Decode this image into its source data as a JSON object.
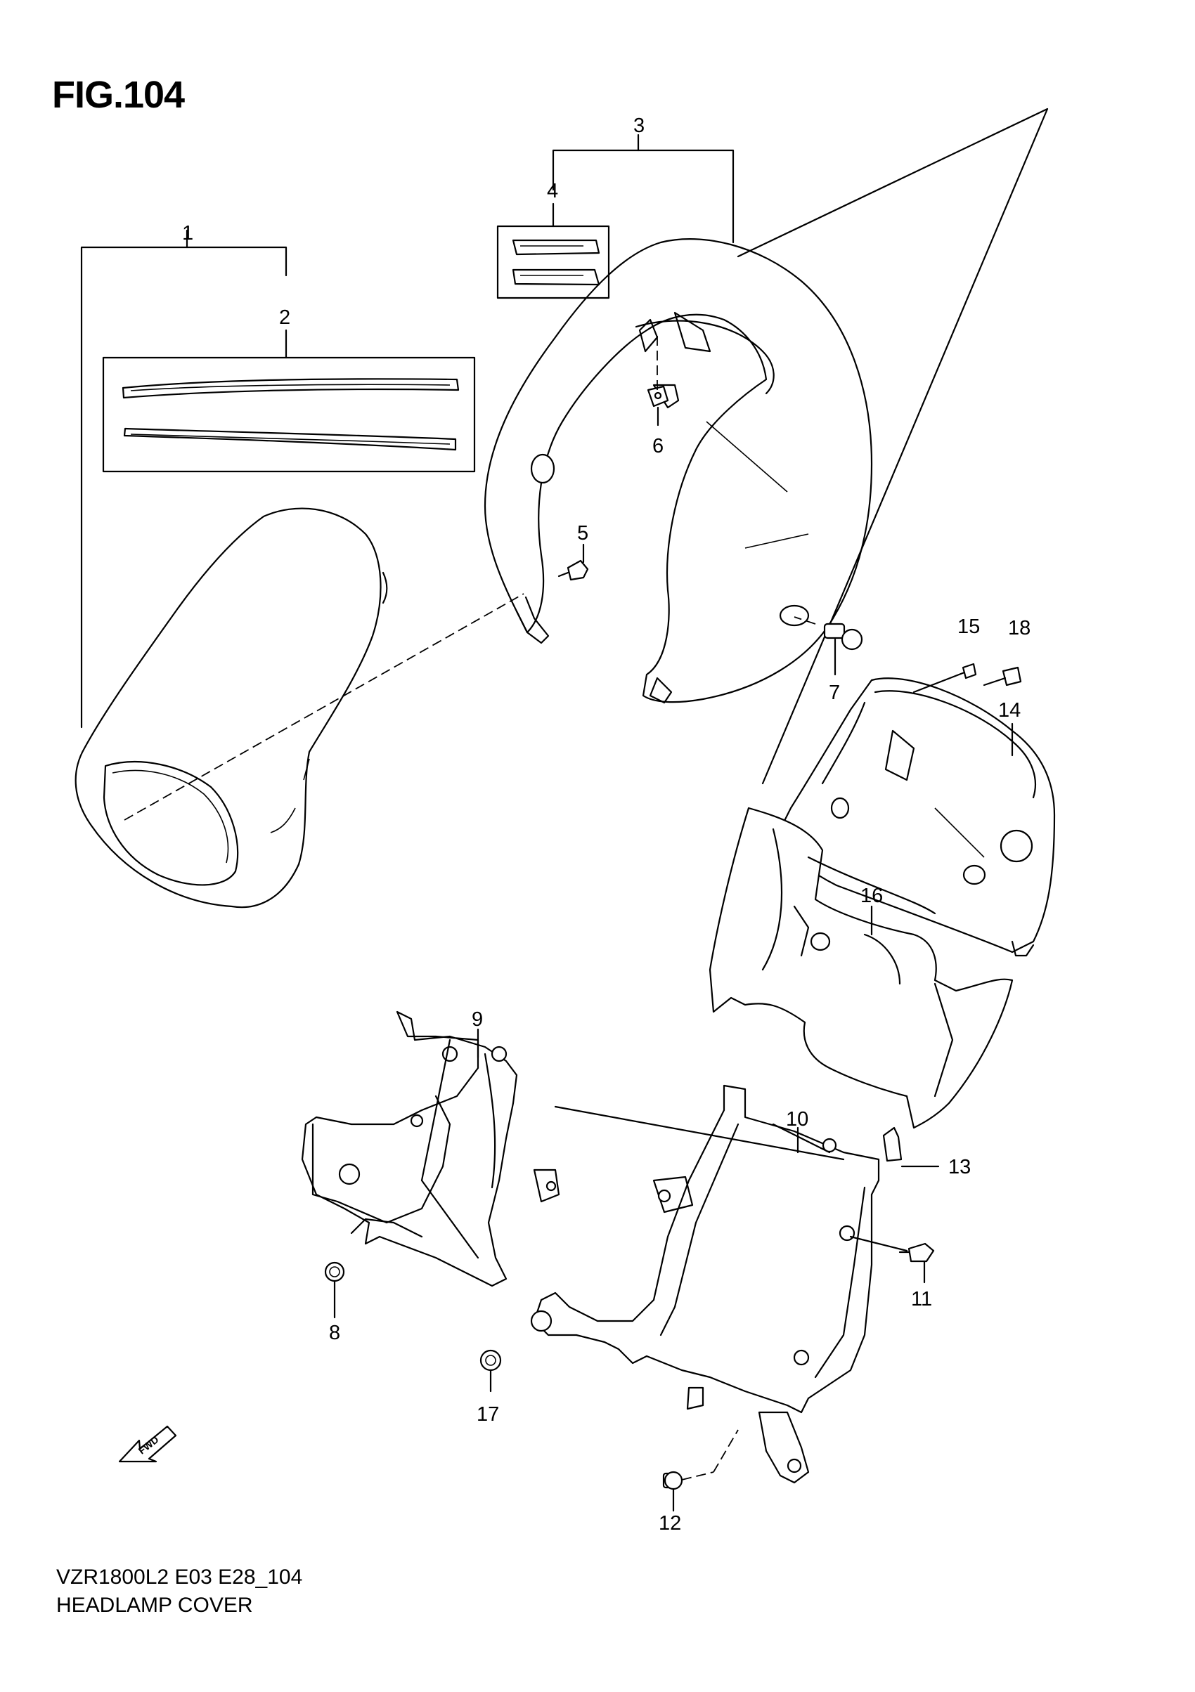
{
  "figure": {
    "title": "FIG.104",
    "model_code": "VZR1800L2 E03 E28_104",
    "description": "HEADLAMP COVER"
  },
  "callouts": [
    {
      "id": "c1",
      "label": "1"
    },
    {
      "id": "c2",
      "label": "2"
    },
    {
      "id": "c3",
      "label": "3"
    },
    {
      "id": "c4",
      "label": "4"
    },
    {
      "id": "c5",
      "label": "5"
    },
    {
      "id": "c6",
      "label": "6"
    },
    {
      "id": "c7",
      "label": "7"
    },
    {
      "id": "c8",
      "label": "8"
    },
    {
      "id": "c9",
      "label": "9"
    },
    {
      "id": "c10",
      "label": "10"
    },
    {
      "id": "c11",
      "label": "11"
    },
    {
      "id": "c12",
      "label": "12"
    },
    {
      "id": "c13",
      "label": "13"
    },
    {
      "id": "c14",
      "label": "14"
    },
    {
      "id": "c15",
      "label": "15"
    },
    {
      "id": "c16",
      "label": "16"
    },
    {
      "id": "c17",
      "label": "17"
    },
    {
      "id": "c18",
      "label": "18"
    }
  ],
  "fwd_arrow": {
    "label": "FWD",
    "icon": "fwd-arrow-icon"
  }
}
